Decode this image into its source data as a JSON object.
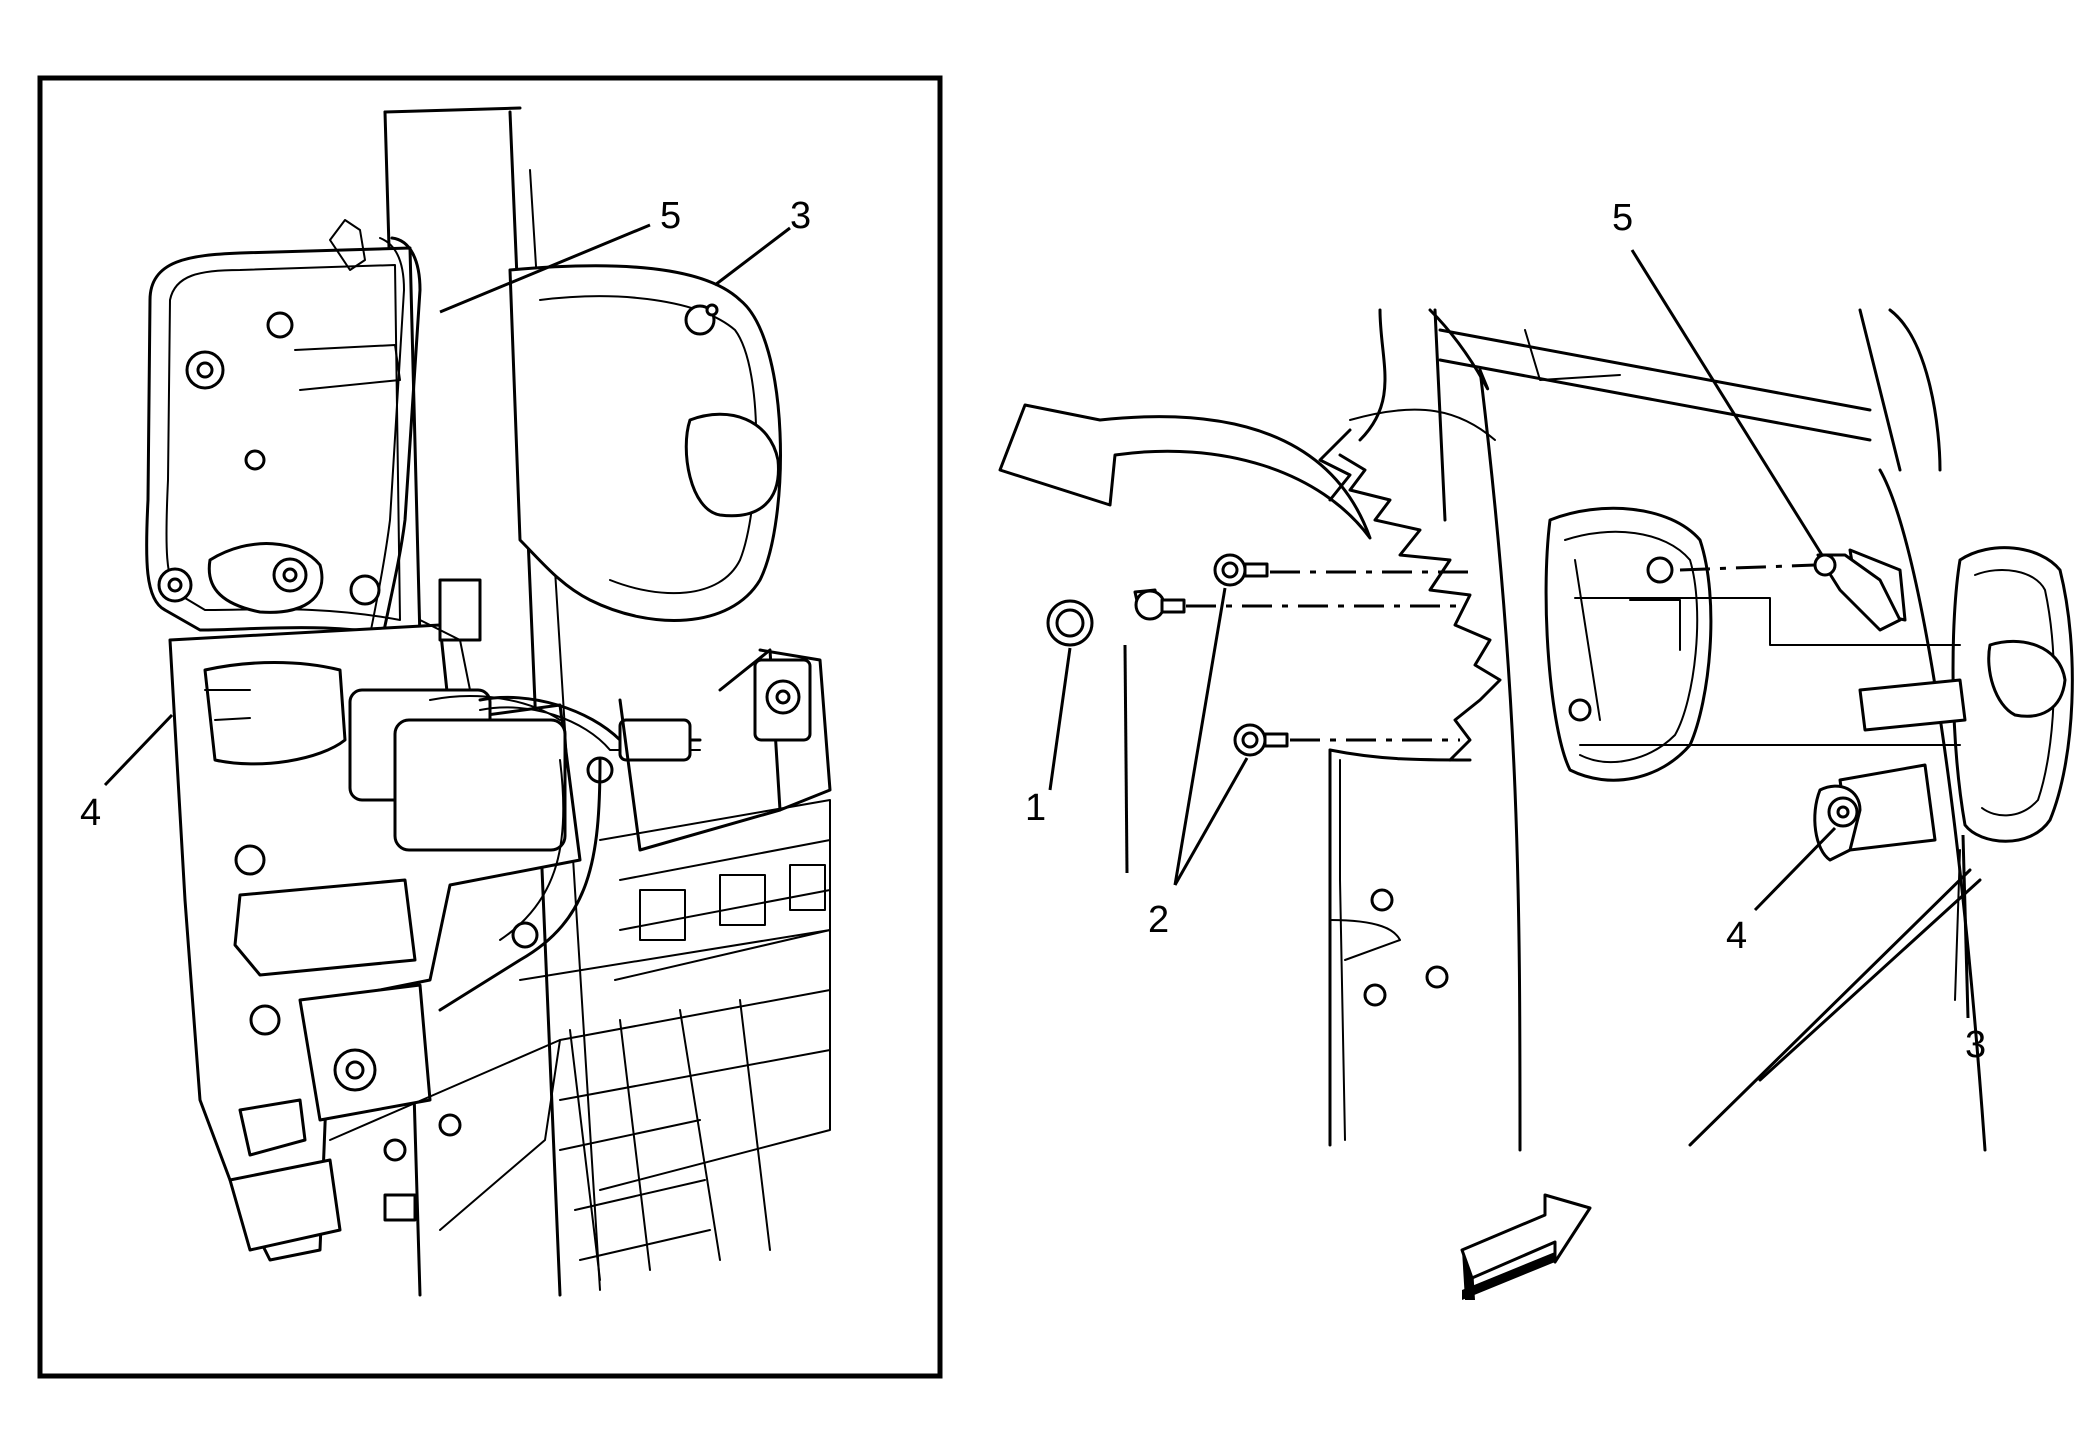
{
  "detail_view": {
    "callouts": [
      {
        "id": "c-left-5",
        "text": "5"
      },
      {
        "id": "c-left-3",
        "text": "3"
      },
      {
        "id": "c-left-4",
        "text": "4"
      }
    ]
  },
  "exploded_view": {
    "callouts": [
      {
        "id": "c-right-5",
        "text": "5"
      },
      {
        "id": "c-right-1",
        "text": "1"
      },
      {
        "id": "c-right-2",
        "text": "2"
      },
      {
        "id": "c-right-4",
        "text": "4"
      },
      {
        "id": "c-right-3",
        "text": "3"
      }
    ]
  },
  "colors": {
    "line": "#000000",
    "background": "#ffffff"
  }
}
